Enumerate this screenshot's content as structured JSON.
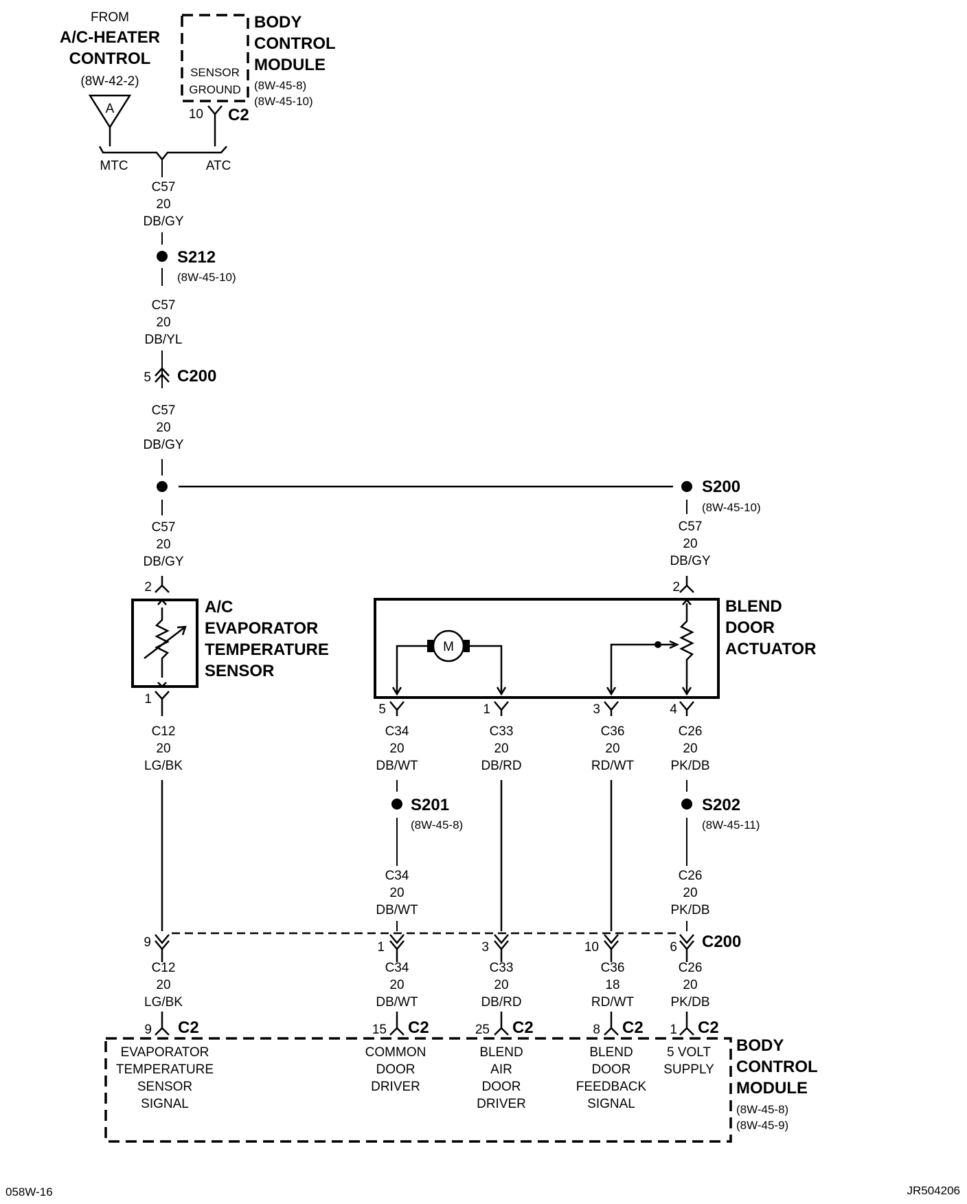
{
  "top": {
    "from": "FROM",
    "source_line1": "A/C-HEATER",
    "source_line2": "CONTROL",
    "source_ref": "(8W-42-2)",
    "triangle_label": "A",
    "mtc": "MTC",
    "atc": "ATC"
  },
  "bcm_top": {
    "title1": "BODY",
    "title2": "CONTROL",
    "title3": "MODULE",
    "ref1": "(8W-45-8)",
    "ref2": "(8W-45-10)",
    "pin_label1": "SENSOR",
    "pin_label2": "GROUND",
    "pin": "10",
    "connector": "C2"
  },
  "wire1": {
    "circuit": "C57",
    "gauge": "20",
    "color": "DB/GY"
  },
  "s212": {
    "name": "S212",
    "ref": "(8W-45-10)"
  },
  "wire2": {
    "circuit": "C57",
    "gauge": "20",
    "color": "DB/YL"
  },
  "c200_top": {
    "pin": "5",
    "name": "C200"
  },
  "wire3": {
    "circuit": "C57",
    "gauge": "20",
    "color": "DB/GY"
  },
  "s200": {
    "name": "S200",
    "ref": "(8W-45-10)"
  },
  "wire4": {
    "circuit": "C57",
    "gauge": "20",
    "color": "DB/GY"
  },
  "wire5": {
    "circuit": "C57",
    "gauge": "20",
    "color": "DB/GY"
  },
  "sensor": {
    "pin_top": "2",
    "pin_bottom": "1",
    "title1": "A/C",
    "title2": "EVAPORATOR",
    "title3": "TEMPERATURE",
    "title4": "SENSOR"
  },
  "actuator": {
    "pin_top": "2",
    "motor": "M",
    "title1": "BLEND",
    "title2": "DOOR",
    "title3": "ACTUATOR",
    "pins": [
      "5",
      "1",
      "3",
      "4"
    ]
  },
  "lower_wires": [
    {
      "circuit": "C12",
      "gauge": "20",
      "color": "LG/BK"
    },
    {
      "circuit": "C34",
      "gauge": "20",
      "color": "DB/WT"
    },
    {
      "circuit": "C33",
      "gauge": "20",
      "color": "DB/RD"
    },
    {
      "circuit": "C36",
      "gauge": "20",
      "color": "RD/WT"
    },
    {
      "circuit": "C26",
      "gauge": "20",
      "color": "PK/DB"
    }
  ],
  "s201": {
    "name": "S201",
    "ref": "(8W-45-8)"
  },
  "s202": {
    "name": "S202",
    "ref": "(8W-45-11)"
  },
  "mid_wires": [
    {
      "circuit": "C34",
      "gauge": "20",
      "color": "DB/WT"
    },
    {
      "circuit": "C26",
      "gauge": "20",
      "color": "PK/DB"
    }
  ],
  "c200_bottom": {
    "name": "C200",
    "pins": [
      "9",
      "1",
      "3",
      "10",
      "6"
    ]
  },
  "bottom_wires": [
    {
      "circuit": "C12",
      "gauge": "20",
      "color": "LG/BK"
    },
    {
      "circuit": "C34",
      "gauge": "20",
      "color": "DB/WT"
    },
    {
      "circuit": "C33",
      "gauge": "20",
      "color": "DB/RD"
    },
    {
      "circuit": "C36",
      "gauge": "18",
      "color": "RD/WT"
    },
    {
      "circuit": "C26",
      "gauge": "20",
      "color": "PK/DB"
    }
  ],
  "bcm_bottom": {
    "connector": "C2",
    "pins": [
      "9",
      "15",
      "25",
      "8",
      "1"
    ],
    "func1": [
      "EVAPORATOR",
      "TEMPERATURE",
      "SENSOR",
      "SIGNAL"
    ],
    "func2": [
      "COMMON",
      "DOOR",
      "DRIVER"
    ],
    "func3": [
      "BLEND",
      "AIR",
      "DOOR",
      "DRIVER"
    ],
    "func4": [
      "BLEND",
      "DOOR",
      "FEEDBACK",
      "SIGNAL"
    ],
    "func5": [
      "5 VOLT",
      "SUPPLY"
    ],
    "title1": "BODY",
    "title2": "CONTROL",
    "title3": "MODULE",
    "ref1": "(8W-45-8)",
    "ref2": "(8W-45-9)"
  },
  "footer": {
    "left": "058W-16",
    "right": "JR504206"
  }
}
